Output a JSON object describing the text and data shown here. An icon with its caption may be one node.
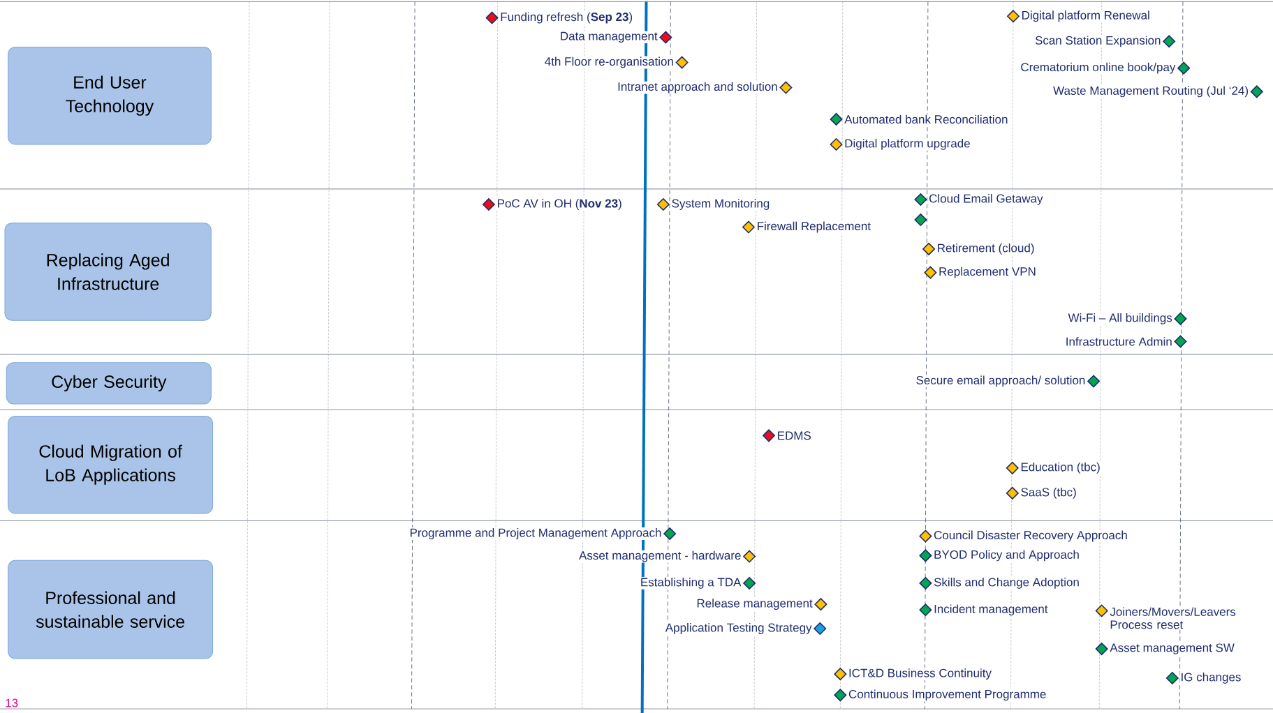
{
  "diagram": {
    "nodes": [
      {
        "text": [
          "End User Technology"
        ]
      },
      {
        "text": [
          "Replacing Aged Infrastructure"
        ]
      },
      {
        "text": [
          "Cyber Security"
        ]
      },
      {
        "text": [
          "Cloud Migration of LoB Applications"
        ]
      },
      {
        "text": [
          "Professional and sustainable service"
        ]
      },
      {
        "text": [
          "Funding refresh (**Sep 23**)"
        ]
      },
      {
        "text": [
          "Data management"
        ]
      },
      {
        "text": [
          "4th Floor re-organisation"
        ]
      },
      {
        "text": [
          "Intranet approach and solution"
        ]
      },
      {
        "text": [
          "Digital platform Renewal"
        ]
      },
      {
        "text": [
          "Scan Station Expansion"
        ]
      },
      {
        "text": [
          "Crematorium online book/pay"
        ]
      },
      {
        "text": [
          "Waste Management Routing (Jul ‘24)"
        ]
      },
      {
        "text": [
          "Automated bank Reconciliation"
        ]
      },
      {
        "text": [
          "Digital platform upgrade"
        ]
      },
      {
        "text": [
          "PoC AV in OH (**Nov 23**)"
        ]
      },
      {
        "text": [
          "System Monitoring"
        ]
      },
      {
        "text": [
          "Firewall Replacement"
        ]
      },
      {
        "text": [
          "Cloud Email Getaway"
        ]
      },
      {
        "text": [],
        "shape": "diamond"
      },
      {
        "text": [
          "Retirement (cloud)"
        ]
      },
      {
        "text": [
          "Replacement VPN"
        ]
      },
      {
        "text": [
          "Wi-Fi – All buildings"
        ]
      },
      {
        "text": [
          "Infrastructure Admin"
        ]
      },
      {
        "text": [
          "Secure email approach/ solution"
        ]
      },
      {
        "text": [
          "EDMS"
        ]
      },
      {
        "text": [
          "Education (tbc)"
        ]
      },
      {
        "text": [
          "SaaS (tbc)"
        ]
      },
      {
        "text": [
          "Programme and Project Management Approach"
        ]
      },
      {
        "text": [
          "Asset management - hardware"
        ]
      },
      {
        "text": [
          "Establishing a TDA"
        ]
      },
      {
        "text": [
          "Release management"
        ]
      },
      {
        "text": [
          "Application Testing Strategy"
        ]
      },
      {
        "text": [
          "ICT&D Business Continuity"
        ]
      },
      {
        "text": [
          "Continuous Improvement Programme"
        ]
      },
      {
        "text": [
          "Council Disaster Recovery Approach"
        ]
      },
      {
        "text": [
          "BYOD Policy and Approach"
        ]
      },
      {
        "text": [
          "Skills and Change Adoption"
        ]
      },
      {
        "text": [
          "Incident management"
        ]
      },
      {
        "text": [
          "Joiners/Movers/Leavers Process reset"
        ]
      },
      {
        "text": [
          "Asset management SW"
        ]
      },
      {
        "text": [
          "IG changes"
        ]
      }
    ],
    "labels": [
      "13"
    ]
  }
}
